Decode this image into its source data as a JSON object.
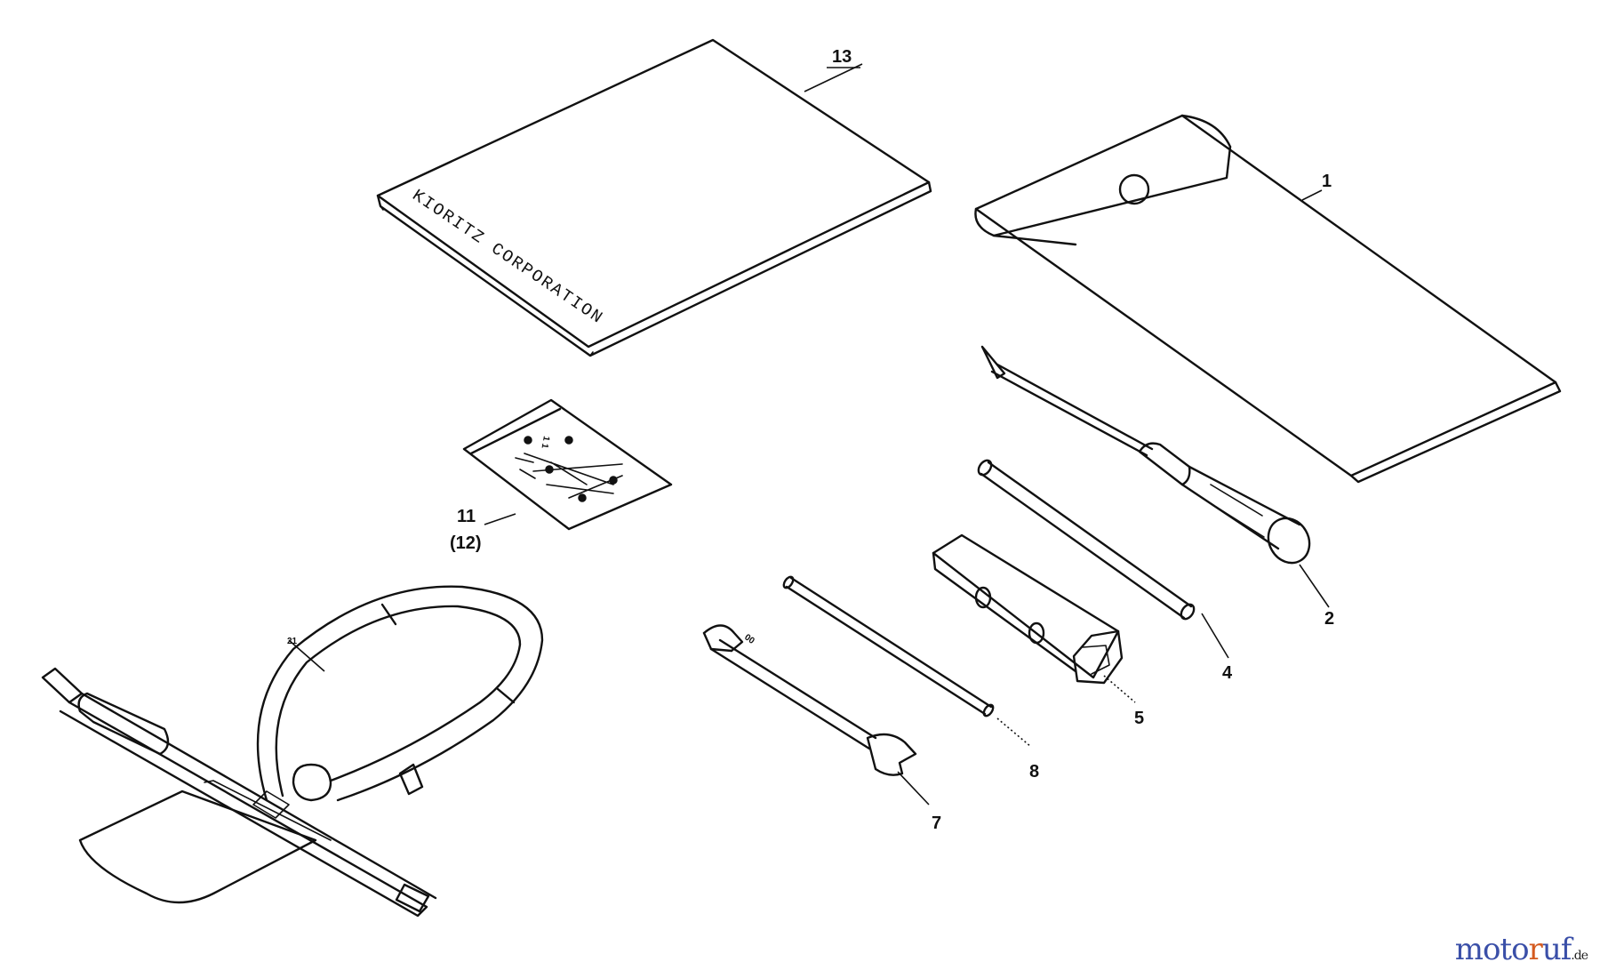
{
  "parts": [
    {
      "id": "manual",
      "number": "13"
    },
    {
      "id": "tool-bag",
      "number": "1"
    },
    {
      "id": "screwdriver",
      "number": "2"
    },
    {
      "id": "bar",
      "number": "4"
    },
    {
      "id": "plug-wrench",
      "number": "5"
    },
    {
      "id": "rod",
      "number": "8"
    },
    {
      "id": "spanner",
      "number": "7"
    },
    {
      "id": "hardware-kit",
      "number": "11",
      "alt_number": "(12)"
    },
    {
      "id": "harness",
      "number": "21"
    }
  ],
  "manual_cover_text": "KIORITZ CORPORATION",
  "hardware_pack_label": "1 1",
  "spanner_marking": "00",
  "watermark": {
    "part1": "moto",
    "part2": "r",
    "part3": "uf",
    "part4": ".de"
  }
}
